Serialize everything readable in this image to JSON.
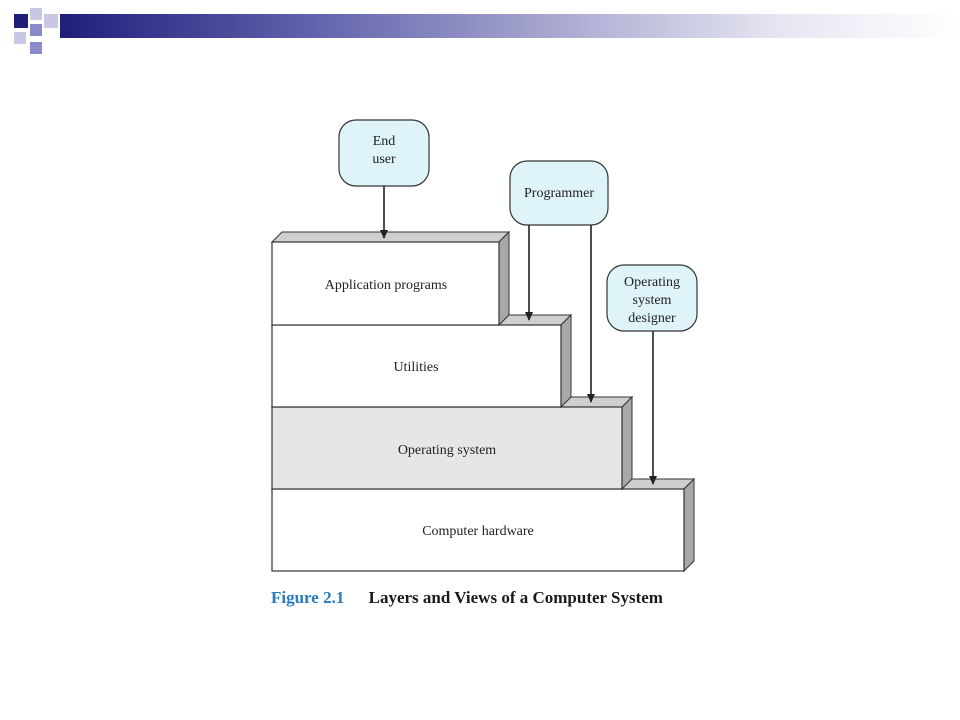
{
  "slide": {
    "accent_colors": [
      "#1f1f7a",
      "#8a8acb",
      "#c8c8e4"
    ]
  },
  "diagram": {
    "layers": [
      {
        "label": "Application programs",
        "fill": "#ffffff"
      },
      {
        "label": "Utilities",
        "fill": "#ffffff"
      },
      {
        "label": "Operating system",
        "fill": "#e6e6e6"
      },
      {
        "label": "Computer hardware",
        "fill": "#ffffff"
      }
    ],
    "actors": [
      {
        "lines": [
          "End",
          "user"
        ]
      },
      {
        "lines": [
          "Programmer"
        ]
      },
      {
        "lines": [
          "Operating",
          "system",
          "designer"
        ]
      }
    ],
    "actor_fill": "#dff4f9"
  },
  "caption": {
    "number": "Figure 2.1",
    "title": "Layers and Views of a Computer System",
    "number_color": "#2a7bbd"
  }
}
